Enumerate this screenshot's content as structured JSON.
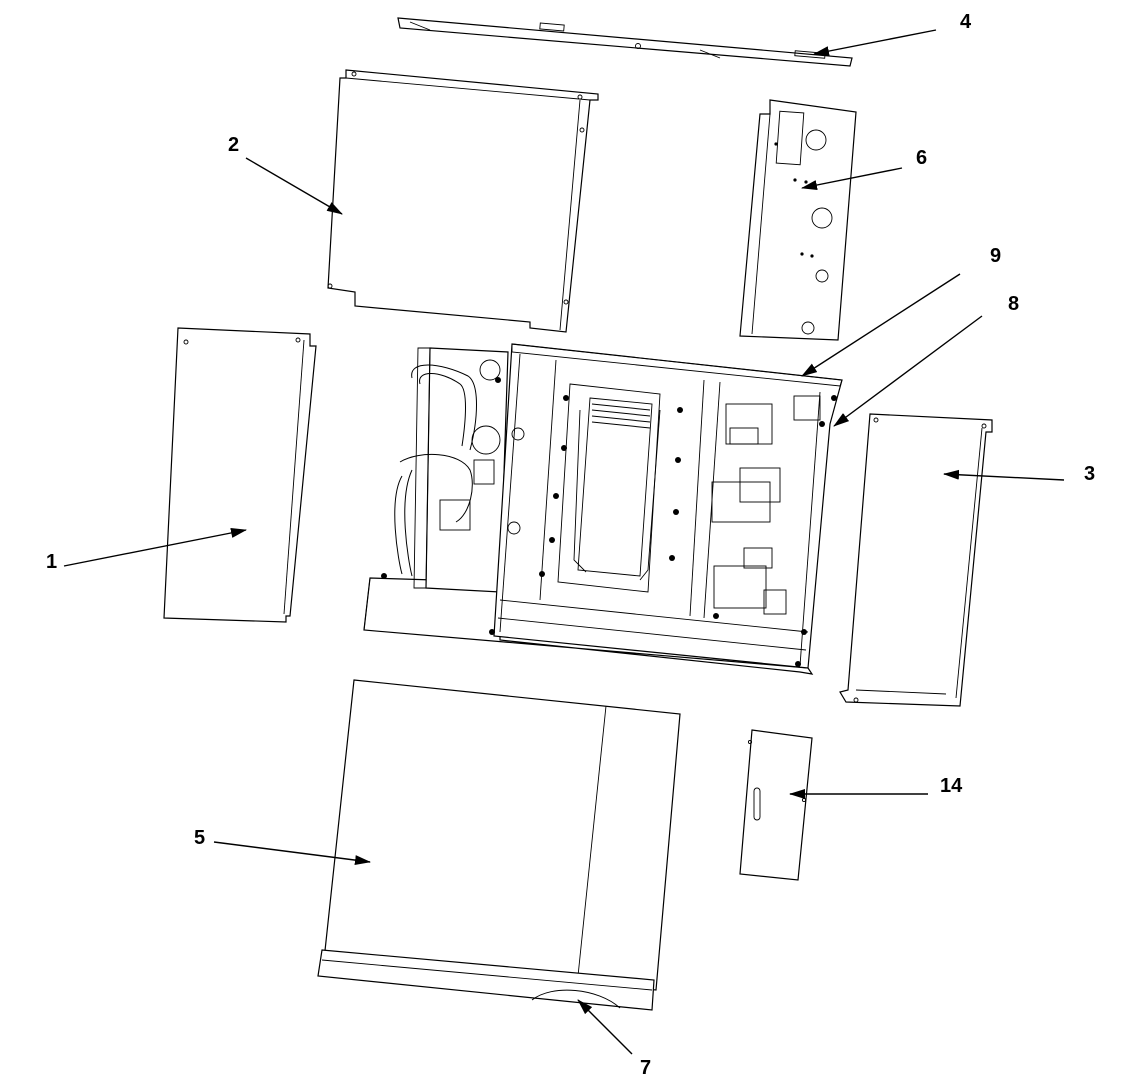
{
  "diagram": {
    "callouts": [
      {
        "id": "label-1",
        "text": "1"
      },
      {
        "id": "label-2",
        "text": "2"
      },
      {
        "id": "label-3",
        "text": "3"
      },
      {
        "id": "label-4",
        "text": "4"
      },
      {
        "id": "label-5",
        "text": "5"
      },
      {
        "id": "label-6",
        "text": "6"
      },
      {
        "id": "label-7",
        "text": "7"
      },
      {
        "id": "label-8",
        "text": "8"
      },
      {
        "id": "label-9",
        "text": "9"
      },
      {
        "id": "label-14",
        "text": "14"
      }
    ]
  }
}
